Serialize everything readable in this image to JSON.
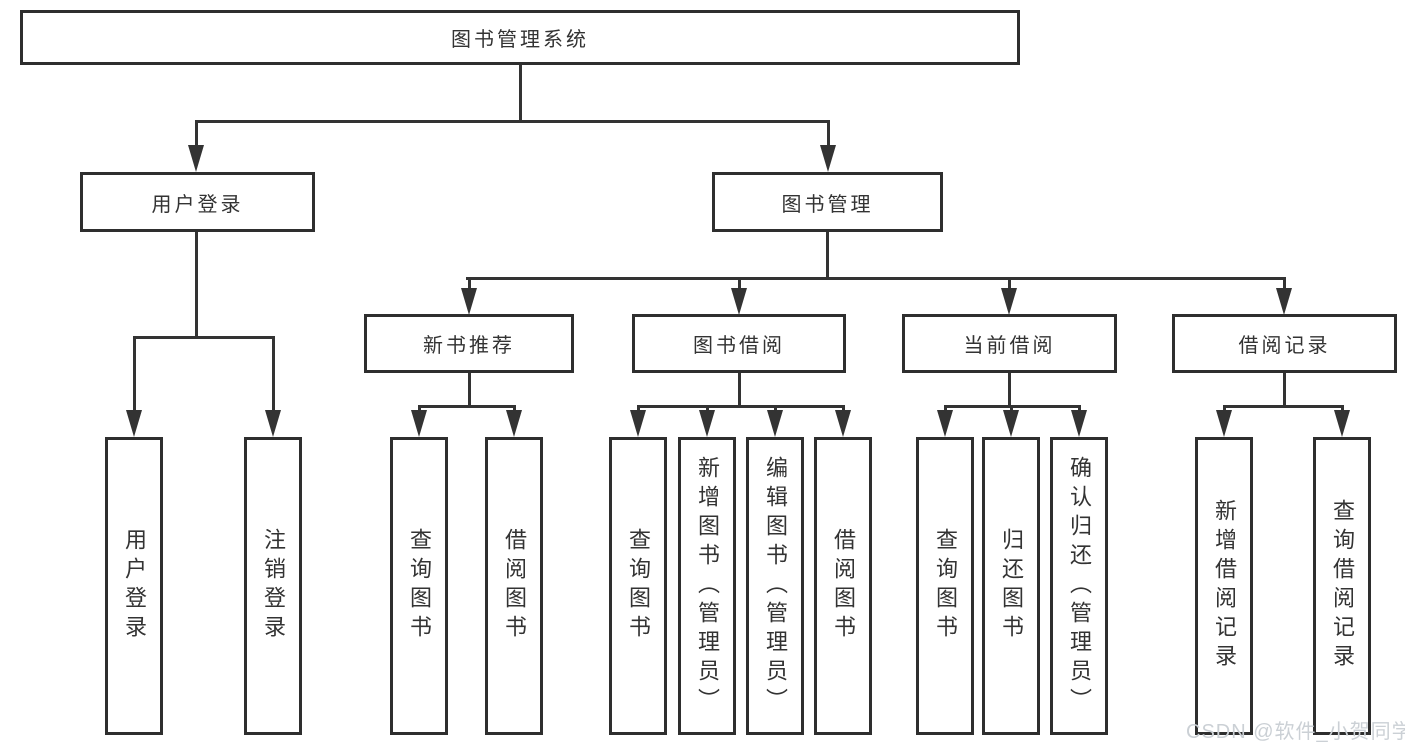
{
  "tree": {
    "root": "图书管理系统",
    "level2": [
      "用户登录",
      "图书管理"
    ],
    "level3": [
      "新书推荐",
      "图书借阅",
      "当前借阅",
      "借阅记录"
    ],
    "leaves_user": [
      "用户登录",
      "注销登录"
    ],
    "leaves_recommend": [
      "查询图书",
      "借阅图书"
    ],
    "leaves_borrow": [
      "查询图书",
      "新增图书（管理员）",
      "编辑图书（管理员）",
      "借阅图书"
    ],
    "leaves_current": [
      "查询图书",
      "归还图书",
      "确认归还（管理员）"
    ],
    "leaves_records": [
      "新增借阅记录",
      "查询借阅记录"
    ]
  },
  "colors": {
    "line": "#333333",
    "border": "#2e2e2e",
    "watermark": "#cbd0d5"
  },
  "watermark": "CSDN @软件_小贺同学"
}
